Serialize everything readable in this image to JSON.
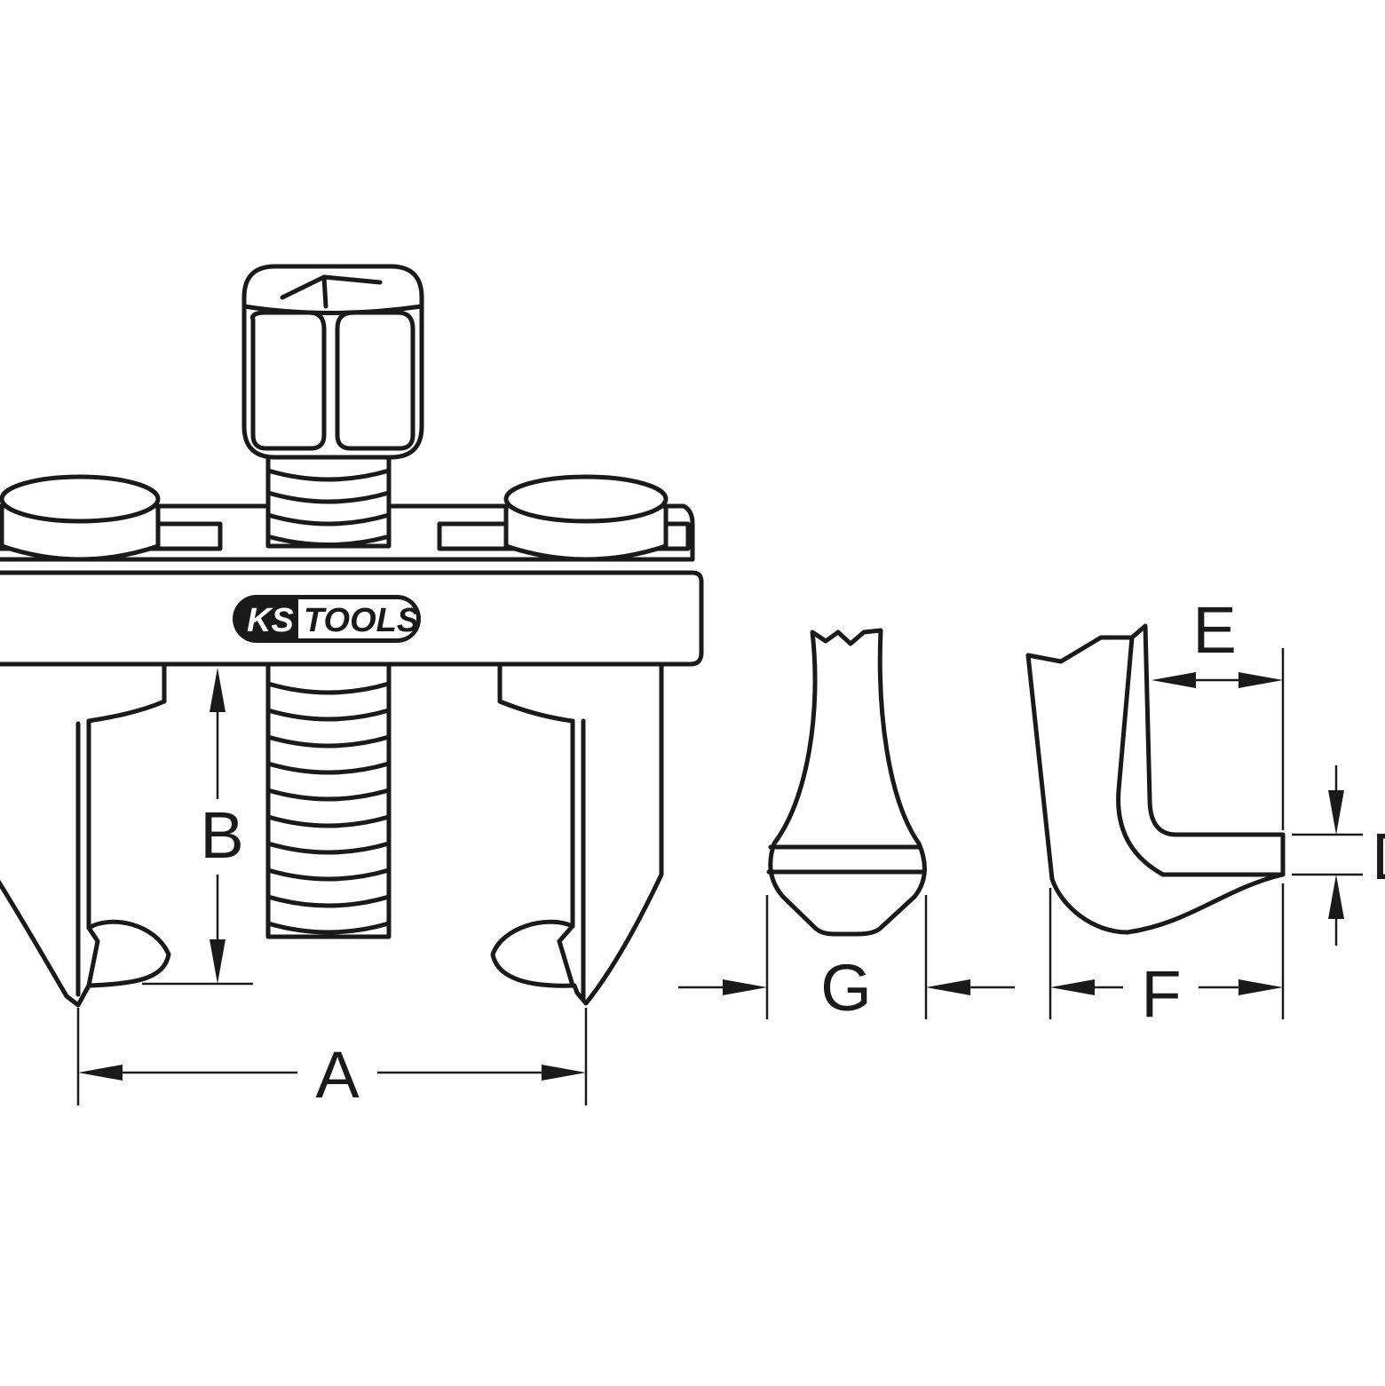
{
  "logo": {
    "part1": "KS",
    "part2": "TOOLS",
    "mark": "®",
    "colors": {
      "dark": "#1a1a1a",
      "light": "#ffffff"
    }
  },
  "dimensions": {
    "a": "A",
    "b": "B",
    "d": "D",
    "e": "E",
    "f": "F",
    "g": "G"
  },
  "colors": {
    "line": "#1a1a1a",
    "background": "#ffffff"
  }
}
